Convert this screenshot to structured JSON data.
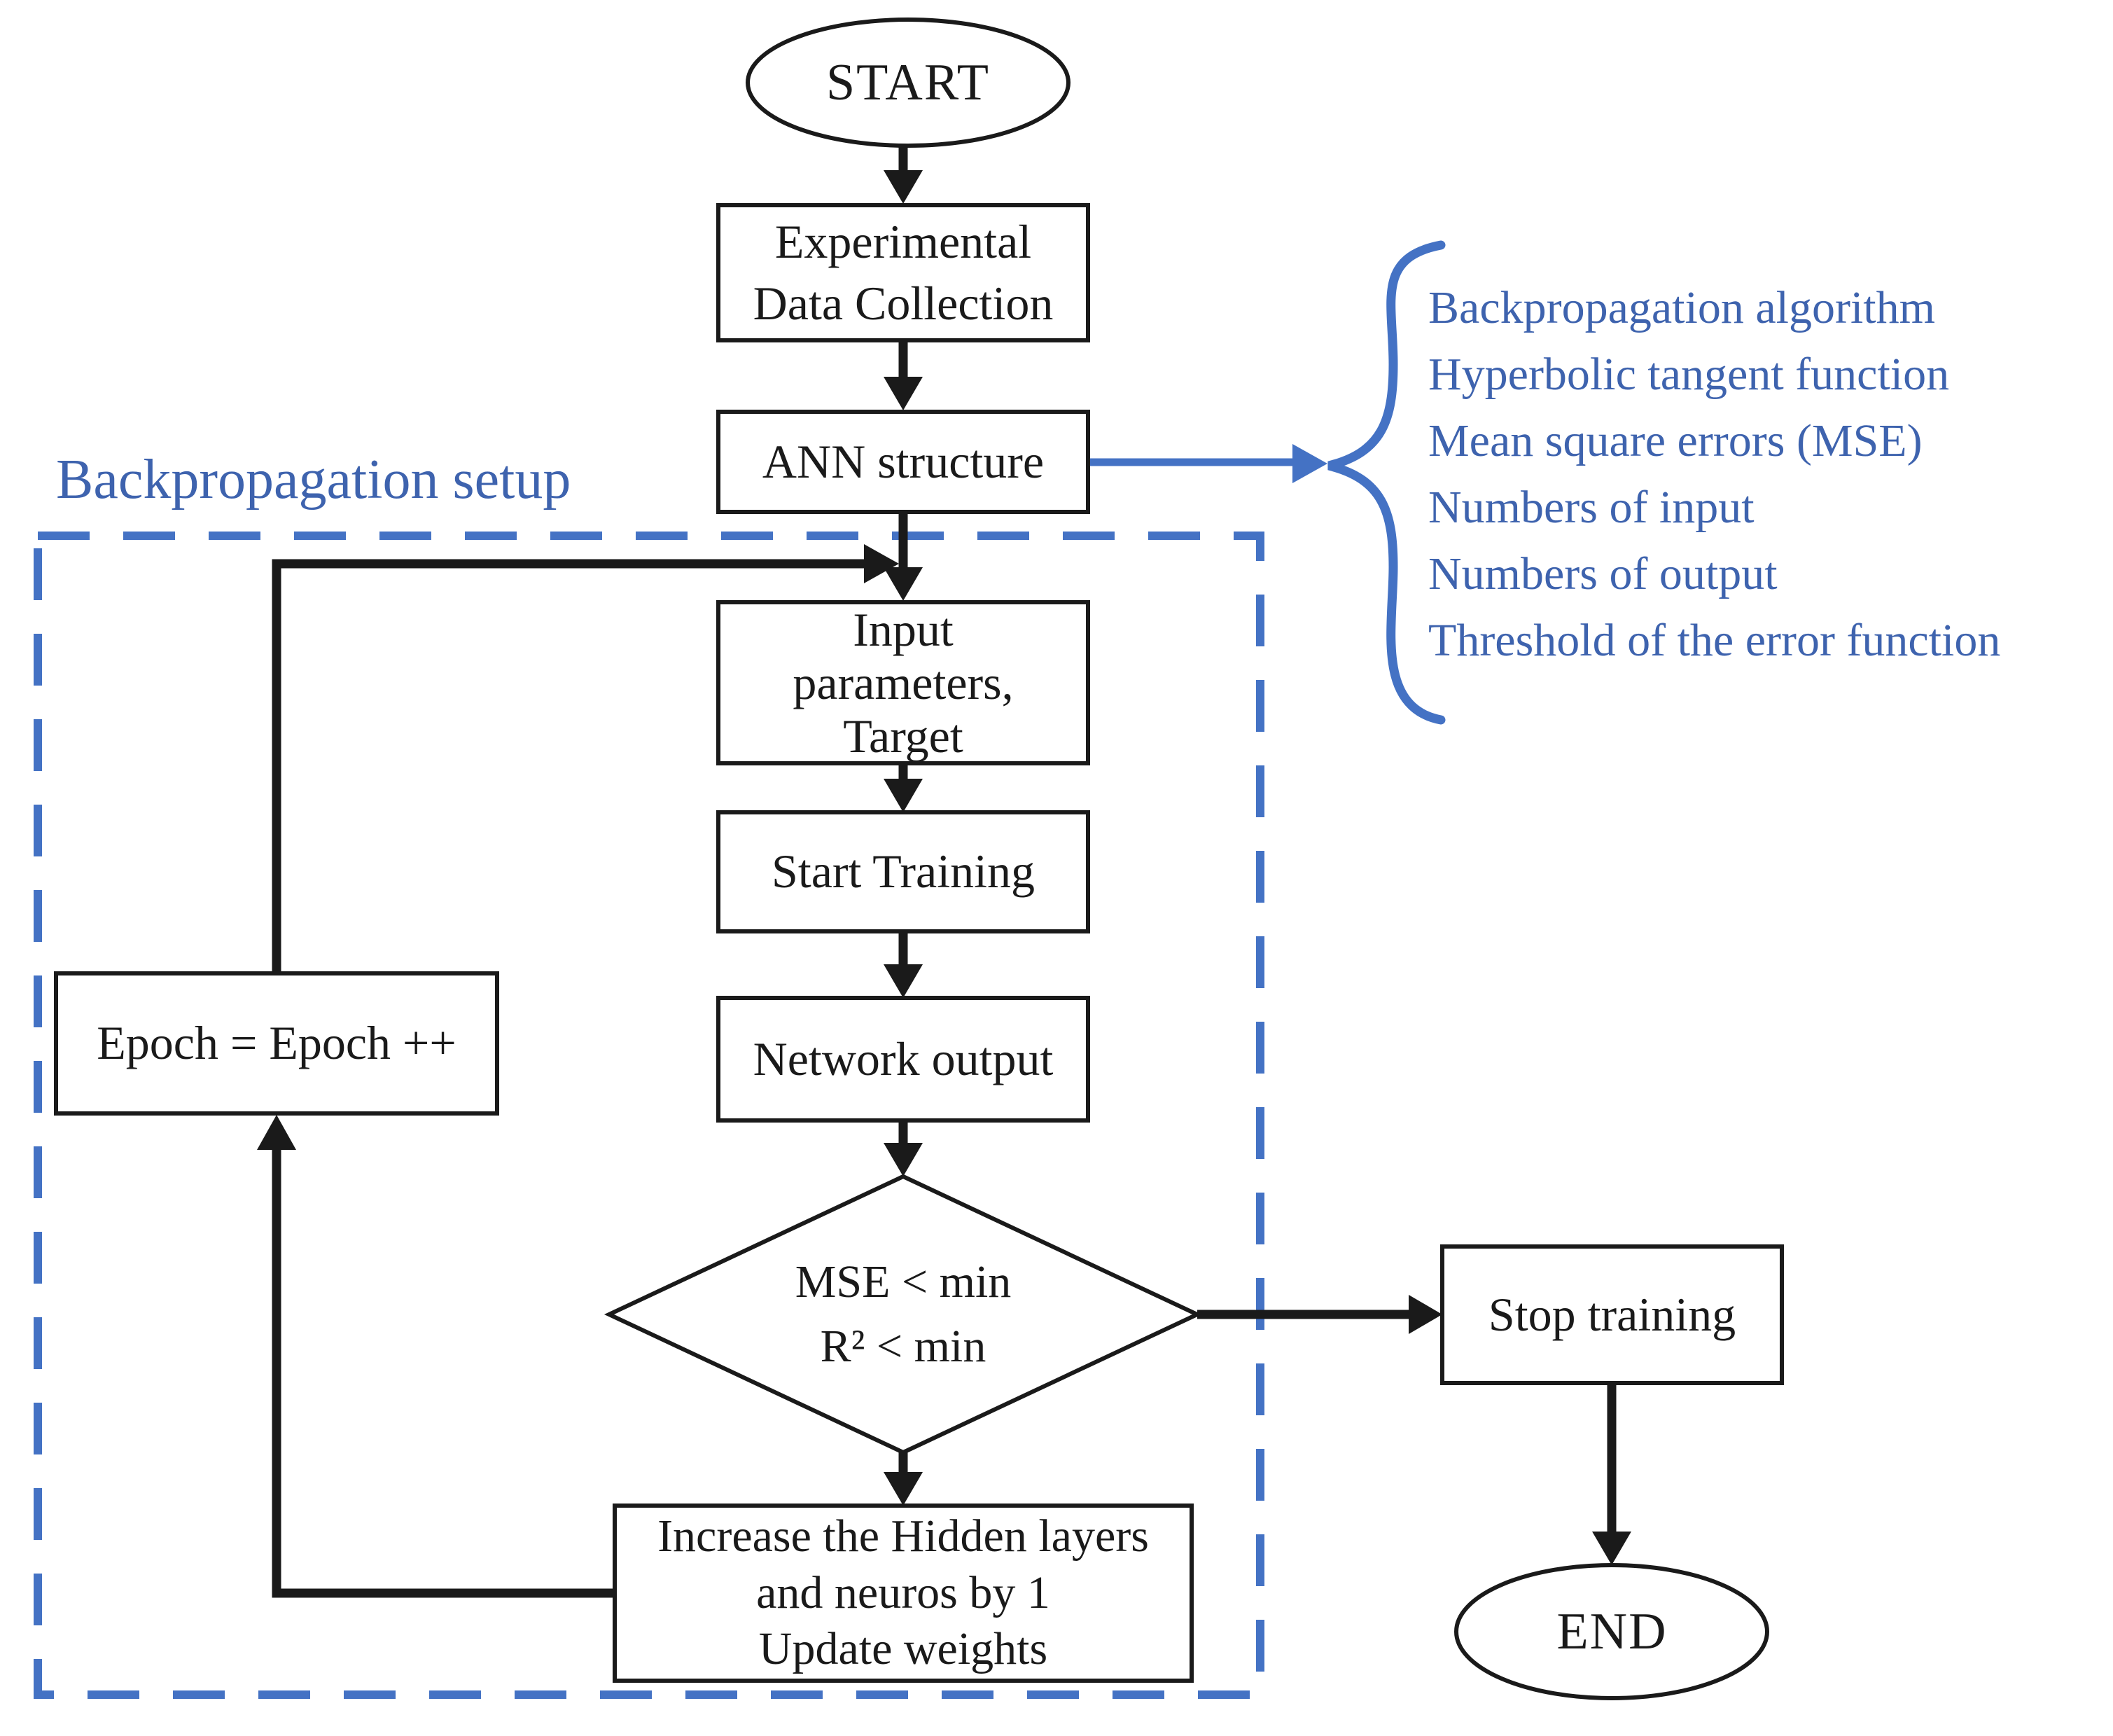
{
  "colors": {
    "accent_blue": "#4472C4",
    "text_blue": "#3E63AE",
    "line_black": "#1a1a1a"
  },
  "nodes": {
    "start": {
      "label": "START"
    },
    "experimental": {
      "label": "Experimental\nData Collection"
    },
    "ann": {
      "label": "ANN structure"
    },
    "input": {
      "label": "Input\nparameters,\nTarget"
    },
    "start_training": {
      "label": "Start Training"
    },
    "network_output": {
      "label": "Network output"
    },
    "decision": {
      "label": "MSE < min\nR² < min"
    },
    "increase": {
      "label": "Increase the Hidden layers\nand  neuros by 1\nUpdate weights"
    },
    "epoch": {
      "label": "Epoch = Epoch ++"
    },
    "stop": {
      "label": "Stop training"
    },
    "end": {
      "label": "END"
    }
  },
  "annotations": {
    "backprop_setup": "Backpropagation setup",
    "ann_notes": [
      "Backpropagation algorithm",
      "Hyperbolic tangent function",
      "Mean square errors (MSE)",
      "Numbers of input",
      "Numbers of output",
      "Threshold of the error function"
    ]
  }
}
